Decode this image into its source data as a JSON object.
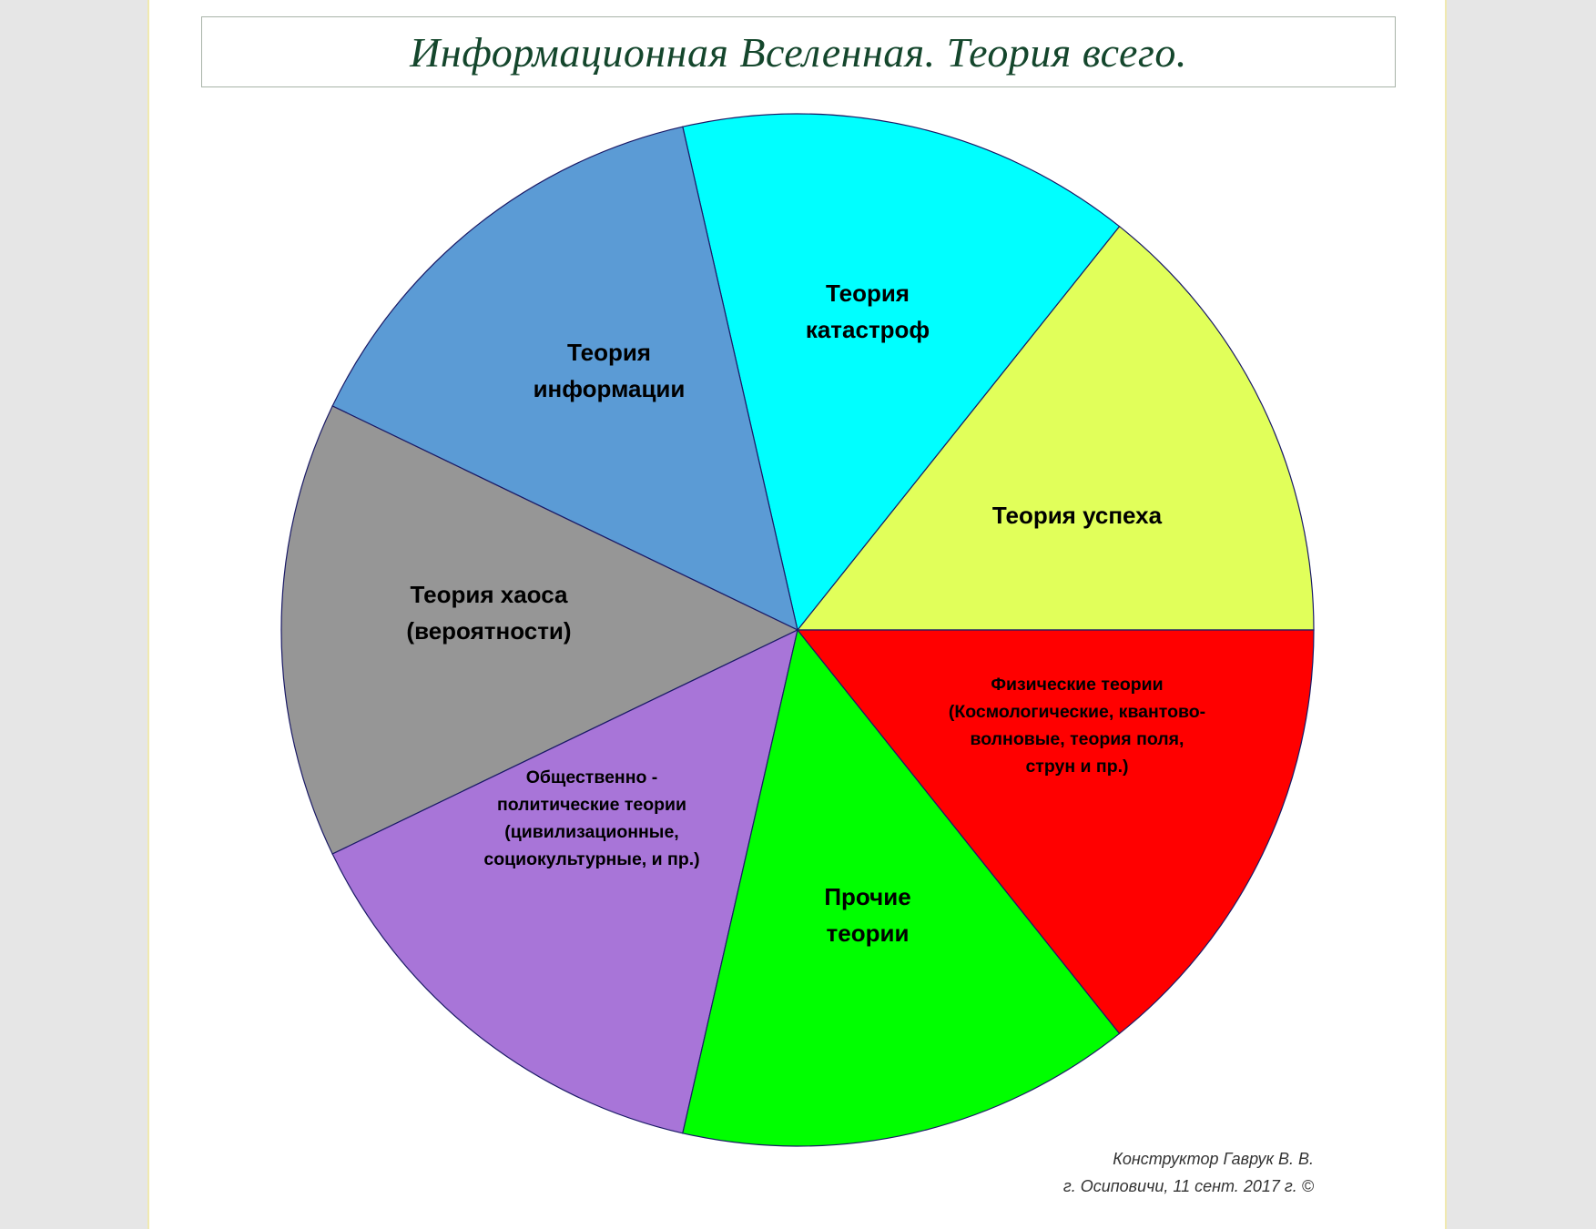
{
  "title": "Информационная Вселенная. Теория всего.",
  "diagram": {
    "outline_color": "#1a1a66",
    "segments": [
      {
        "id": "success",
        "lines": [
          "Теория успеха"
        ],
        "color": "#e1ff5a"
      },
      {
        "id": "physics",
        "lines": [
          "Физические теории",
          "(Космологические, квантово-",
          "волновые,  теория поля,",
          "струн и пр.)"
        ],
        "color": "#00ffff"
      },
      {
        "id": "other",
        "lines": [
          "Прочие",
          "теории"
        ],
        "color": "#5b9bd5"
      },
      {
        "id": "social",
        "lines": [
          "Общественно -",
          "политические теории",
          "(цивилизационные,",
          "социокультурные, и пр.)"
        ],
        "color": "#969696"
      },
      {
        "id": "chaos",
        "lines": [
          "Теория хаоса",
          "(вероятности)"
        ],
        "color": "#a875d8"
      },
      {
        "id": "information",
        "lines": [
          "Теория",
          "информации"
        ],
        "color": "#00ff00"
      },
      {
        "id": "catastrophe",
        "lines": [
          "Теория",
          "катастроф"
        ],
        "color": "#ff0000"
      }
    ]
  },
  "footer": {
    "line1": "Конструктор  Гаврук  В.  В.",
    "line2": "г. Осиповичи, 11 сент. 2017 г.  ©"
  }
}
